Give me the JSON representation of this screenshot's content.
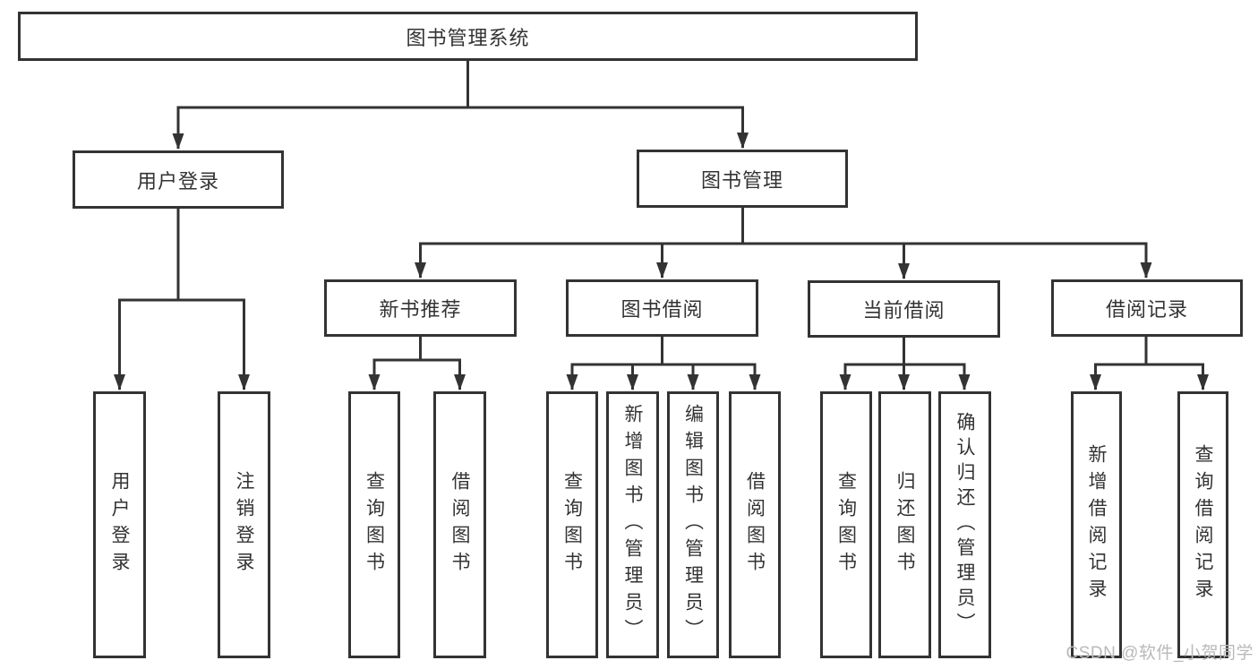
{
  "diagram": {
    "type": "hierarchy-tree",
    "colors": {
      "line": "#333333",
      "box_border": "#333333",
      "box_fill": "#ffffff",
      "text": "#333333",
      "background": "#ffffff"
    },
    "root": {
      "label": "图书管理系统"
    },
    "level2": {
      "user_login": {
        "label": "用户登录"
      },
      "book_mgmt": {
        "label": "图书管理"
      }
    },
    "level3": {
      "new_books": {
        "label": "新书推荐",
        "parent": "图书管理"
      },
      "book_borrow": {
        "label": "图书借阅",
        "parent": "图书管理"
      },
      "current_borrow": {
        "label": "当前借阅",
        "parent": "图书管理"
      },
      "borrow_records": {
        "label": "借阅记录",
        "parent": "图书管理"
      }
    },
    "leaves": {
      "user_login": [
        "用户登录",
        "注销登录"
      ],
      "new_books": [
        "查询图书",
        "借阅图书"
      ],
      "book_borrow": [
        "查询图书",
        "新增图书（管理员）",
        "编辑图书（管理员）",
        "借阅图书"
      ],
      "current_borrow": [
        "查询图书",
        "归还图书",
        "确认归还（管理员）"
      ],
      "borrow_records": [
        "新增借阅记录",
        "查询借阅记录"
      ]
    }
  },
  "watermark": {
    "text": "CSDN @软件_小贺同学",
    "color": "#b9b9b9"
  }
}
